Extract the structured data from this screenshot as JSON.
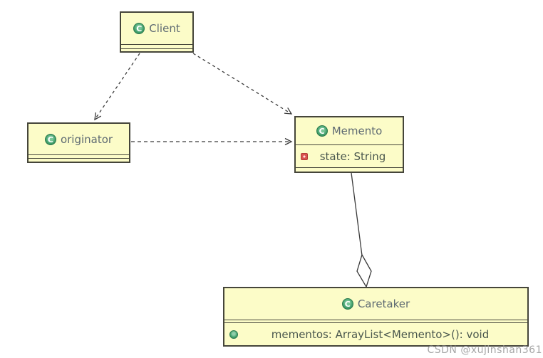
{
  "watermark": "CSDN @xujinshan361",
  "icon_letter": "C",
  "nodes": {
    "client": {
      "name": "Client",
      "fields": [],
      "methods": []
    },
    "originator": {
      "name": "originator",
      "fields": [],
      "methods": []
    },
    "memento": {
      "name": "Memento",
      "field": "state: String",
      "field_visibility": "private"
    },
    "caretaker": {
      "name": "Caretaker",
      "method": "mementos: ArrayList<Memento>(): void",
      "method_visibility": "public"
    }
  },
  "edges": [
    {
      "from": "Client",
      "to": "originator",
      "type": "dependency",
      "line": "dashed",
      "end": "open-arrow"
    },
    {
      "from": "Client",
      "to": "Memento",
      "type": "dependency",
      "line": "dashed",
      "end": "open-arrow"
    },
    {
      "from": "originator",
      "to": "Memento",
      "type": "dependency",
      "line": "dashed",
      "end": "open-arrow"
    },
    {
      "from": "Memento",
      "to": "Caretaker",
      "type": "aggregation",
      "line": "solid",
      "end": "hollow-diamond"
    }
  ],
  "colors": {
    "node_fill": "#fcfcc8",
    "node_border": "#45453a",
    "edge_line": "#3a3a3a",
    "class_icon_green": "#42a06c",
    "field_icon_red": "#d9534f",
    "method_icon_green": "#4aa873",
    "title_text": "#5e6a72",
    "member_text": "#4a574e",
    "watermark_text": "#9a9a9a"
  }
}
